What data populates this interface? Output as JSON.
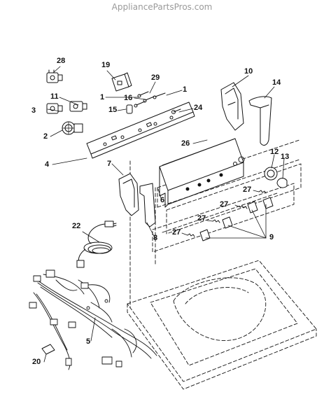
{
  "watermark": "AppliancePartsPros.com",
  "callouts": {
    "c28": "28",
    "c19": "19",
    "c29": "29",
    "c10": "10",
    "c14": "14",
    "c1a": "1",
    "c1b": "1",
    "c16": "16",
    "c11": "11",
    "c3": "3",
    "c15": "15",
    "c24": "24",
    "c2": "2",
    "c26": "26",
    "c4": "4",
    "c12": "12",
    "c13": "13",
    "c7": "7",
    "c27a": "27",
    "c27b": "27",
    "c27c": "27",
    "c27d": "27",
    "c6": "6",
    "c9": "9",
    "c22": "22",
    "c8": "8",
    "c5": "5",
    "c20": "20"
  },
  "parts": [
    {
      "ref": "28",
      "icon": "switch-icon"
    },
    {
      "ref": "19",
      "icon": "relay-icon"
    },
    {
      "ref": "29",
      "icon": "screw-icon"
    },
    {
      "ref": "10",
      "icon": "endcap-icon"
    },
    {
      "ref": "14",
      "icon": "endcap-icon"
    },
    {
      "ref": "1",
      "icon": "screw-icon"
    },
    {
      "ref": "16",
      "icon": "screw-icon"
    },
    {
      "ref": "11",
      "icon": "switch-icon"
    },
    {
      "ref": "3",
      "icon": "switch-icon"
    },
    {
      "ref": "15",
      "icon": "clip-icon"
    },
    {
      "ref": "24",
      "icon": "screw-icon"
    },
    {
      "ref": "2",
      "icon": "timer-icon"
    },
    {
      "ref": "26",
      "icon": "console-icon"
    },
    {
      "ref": "4",
      "icon": "bracket-icon"
    },
    {
      "ref": "12",
      "icon": "knob-icon"
    },
    {
      "ref": "13",
      "icon": "knob-icon"
    },
    {
      "ref": "7",
      "icon": "endcap-icon"
    },
    {
      "ref": "27",
      "icon": "spring-icon"
    },
    {
      "ref": "6",
      "icon": "console-icon"
    },
    {
      "ref": "9",
      "icon": "knob-icon"
    },
    {
      "ref": "22",
      "icon": "power-cord-icon"
    },
    {
      "ref": "8",
      "icon": "endcap-icon"
    },
    {
      "ref": "5",
      "icon": "wire-harness-icon"
    },
    {
      "ref": "20",
      "icon": "connector-icon"
    }
  ]
}
